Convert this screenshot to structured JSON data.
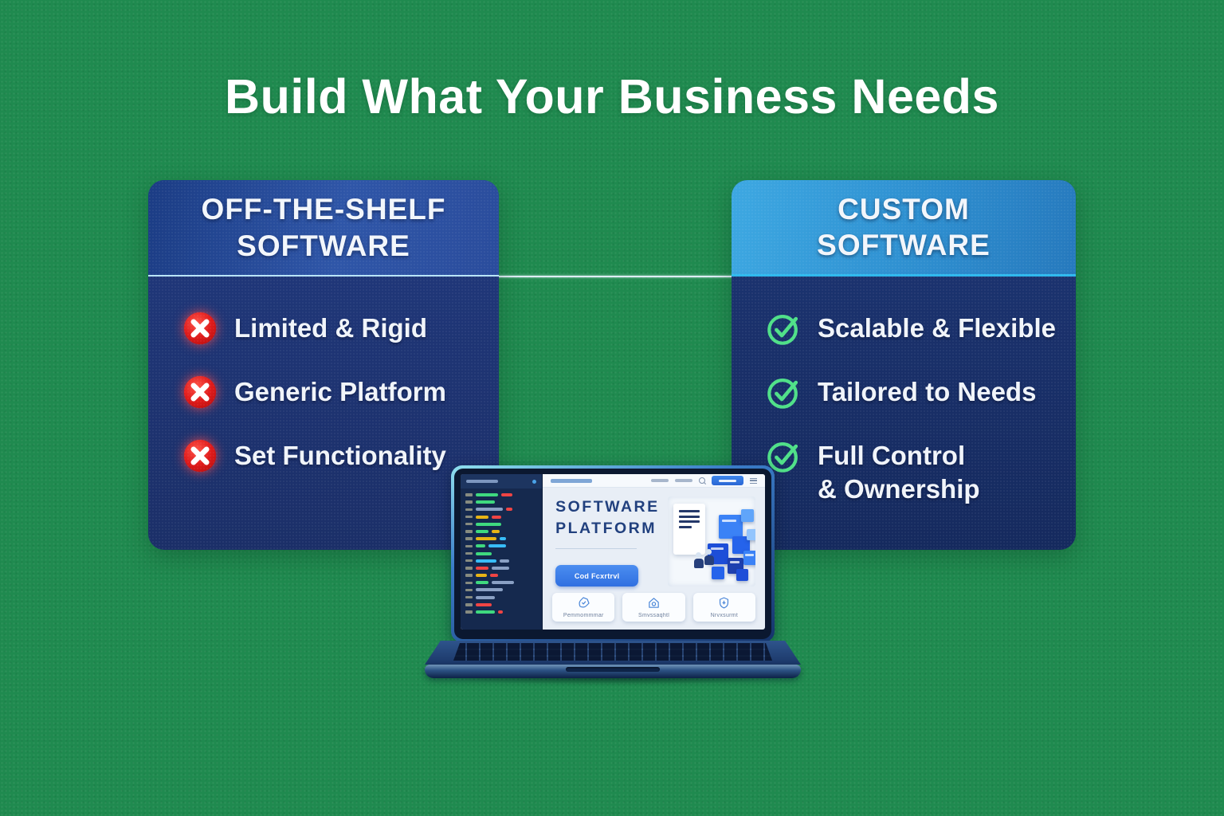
{
  "title": "Build What Your Business Needs",
  "colors": {
    "background_green": "#1f8a4f",
    "left_header_blue": "#2f56a8",
    "right_header_blue": "#2e8fd0",
    "card_body_navy": "#1d3574",
    "negative_red": "#e01b1b",
    "positive_green": "#4fe088",
    "left_divider": "#b9e5fb",
    "right_divider": "#2fb9ee",
    "connector_line": "#ddeef6"
  },
  "left_card": {
    "header_line1": "OFF-THE-SHELF",
    "header_line2": "SOFTWARE",
    "items": [
      {
        "icon": "x-circle-icon",
        "label": "Limited & Rigid",
        "label2": ""
      },
      {
        "icon": "x-circle-icon",
        "label": "Generic Platform",
        "label2": ""
      },
      {
        "icon": "x-circle-icon",
        "label": "Set Functionality",
        "label2": ""
      }
    ]
  },
  "right_card": {
    "header_line1": "CUSTOM",
    "header_line2": "SOFTWARE",
    "items": [
      {
        "icon": "check-circle-icon",
        "label": "Scalable & Flexible",
        "label2": ""
      },
      {
        "icon": "check-circle-icon",
        "label": "Tailored to Needs",
        "label2": ""
      },
      {
        "icon": "check-circle-icon",
        "label": "Full Control",
        "label2": "& Ownership"
      }
    ]
  },
  "laptop": {
    "screen": {
      "heading_line1": "SOFTWARE",
      "heading_line2": "PLATFORM",
      "cta_label": "Cod Fcxrtrvl",
      "feature_cards": [
        {
          "icon": "badge-check-icon",
          "label": "Pemmommmar"
        },
        {
          "icon": "home-icon",
          "label": "Smvssaqhtl"
        },
        {
          "icon": "shield-icon",
          "label": "Nrvxsurmt"
        }
      ]
    }
  }
}
